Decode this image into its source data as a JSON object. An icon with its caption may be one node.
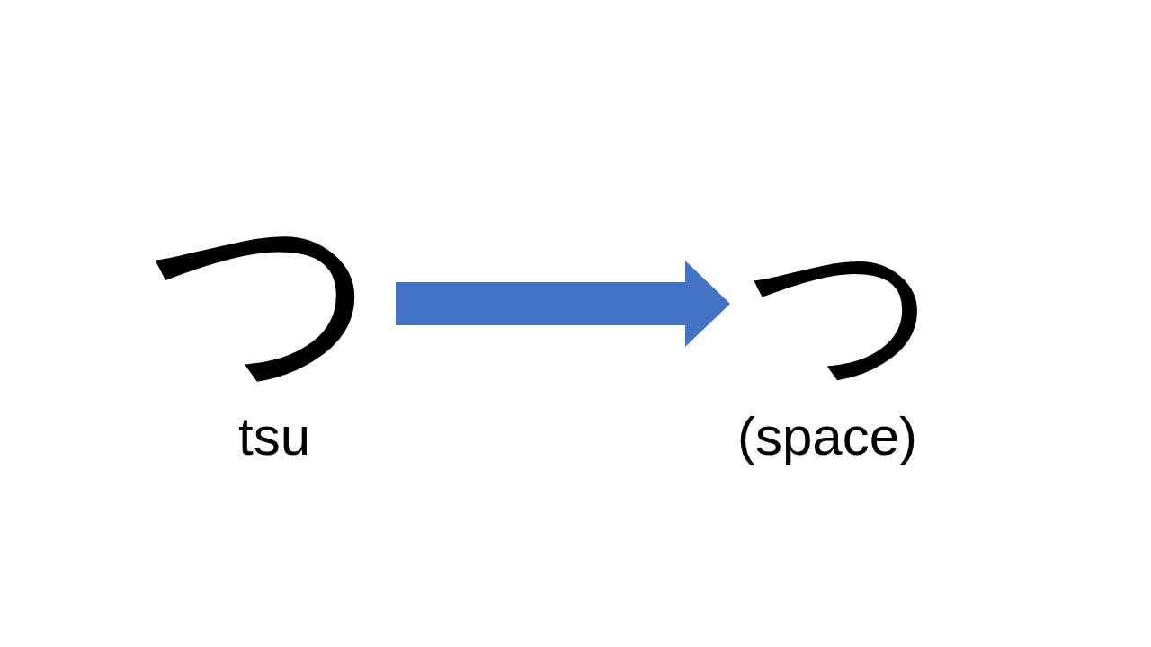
{
  "diagram": {
    "nodes": [
      {
        "text": [
          "つ"
        ],
        "beside": [
          "tsu"
        ]
      },
      {
        "text": [
          "つ"
        ],
        "beside": [
          "(space)"
        ]
      }
    ],
    "edges": [
      {
        "from": 0,
        "to": 1,
        "arrow": "to",
        "color": "#4472c4"
      }
    ]
  }
}
